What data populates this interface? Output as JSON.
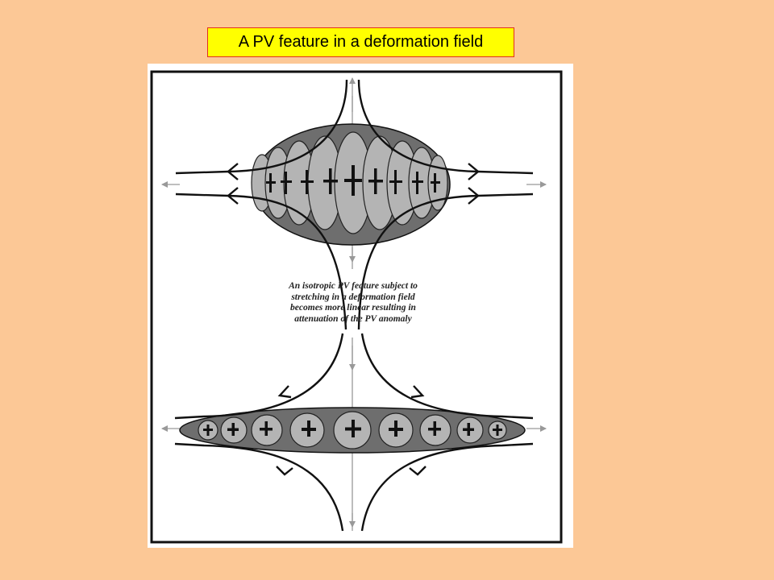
{
  "slide": {
    "title": "A PV feature in a deformation field"
  },
  "figure": {
    "caption_lines": [
      "An isotropic PV feature subject to",
      "stretching in a deformation field",
      "becomes more linear resulting in",
      "attenuation of the PV anomaly"
    ],
    "colors": {
      "background": "#FCC896",
      "title_fill": "#FFFF00",
      "title_border": "#E03020",
      "outer_ellipse": "#707070",
      "inner_cells": "#B4B4B4",
      "axis_arrows": "#999999"
    },
    "icons": [
      "plus-sign-icon",
      "arrowhead-icon"
    ]
  }
}
